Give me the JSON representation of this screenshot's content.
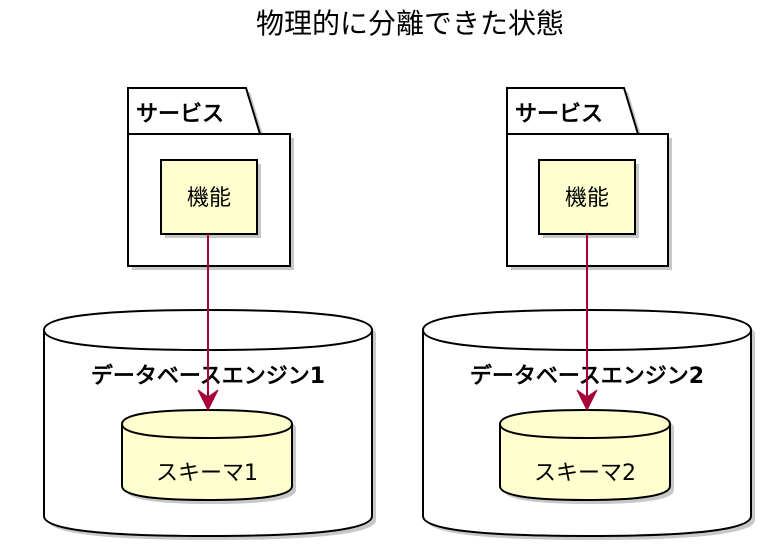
{
  "title": "物理的に分離できた状態",
  "colors": {
    "arrow": "#a80036",
    "component_fill": "#fefece",
    "outline": "#000000",
    "background": "#ffffff"
  },
  "groups": [
    {
      "package_label": "サービス",
      "component_label": "機能",
      "database_label": "データベースエンジン1",
      "schema_label": "スキーマ1"
    },
    {
      "package_label": "サービス",
      "component_label": "機能",
      "database_label": "データベースエンジン2",
      "schema_label": "スキーマ2"
    }
  ]
}
